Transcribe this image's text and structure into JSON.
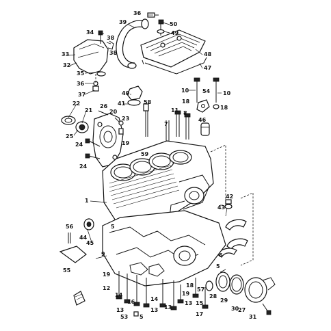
{
  "diagram": {
    "labels": {
      "l1": "1",
      "l5": "5",
      "l6": "6",
      "l7": "7",
      "l8": "8",
      "l9": "9",
      "l10": "10",
      "l10b": "10",
      "l11": "11",
      "l12": "12",
      "l13": "13",
      "l13b": "13",
      "l13c": "13",
      "l13d": "13",
      "l14": "14",
      "l14b": "14",
      "l15": "15",
      "l16": "16",
      "l17": "17",
      "l18": "18",
      "l18b": "18",
      "l18c": "18",
      "l19": "19",
      "l20": "20",
      "l21": "21",
      "l22": "22",
      "l23": "23",
      "l24": "24",
      "l24b": "24",
      "l25": "25",
      "l26": "26",
      "l27": "27",
      "l28": "28",
      "l29": "29",
      "l30": "30",
      "l31": "31",
      "l32": "32",
      "l33": "33",
      "l34": "34",
      "l35": "35",
      "l36": "36",
      "l37": "37",
      "l38": "38",
      "l39": "39",
      "l40": "40",
      "l41": "41",
      "l42": "42",
      "l43": "43",
      "l44": "44",
      "l45": "45",
      "l46": "46",
      "l47": "47",
      "l48": "48",
      "l49": "49",
      "l50": "50",
      "l53": "53",
      "l54": "54",
      "l55": "55",
      "l56": "56",
      "l57": "57",
      "l58": "58",
      "l59": "59"
    }
  }
}
